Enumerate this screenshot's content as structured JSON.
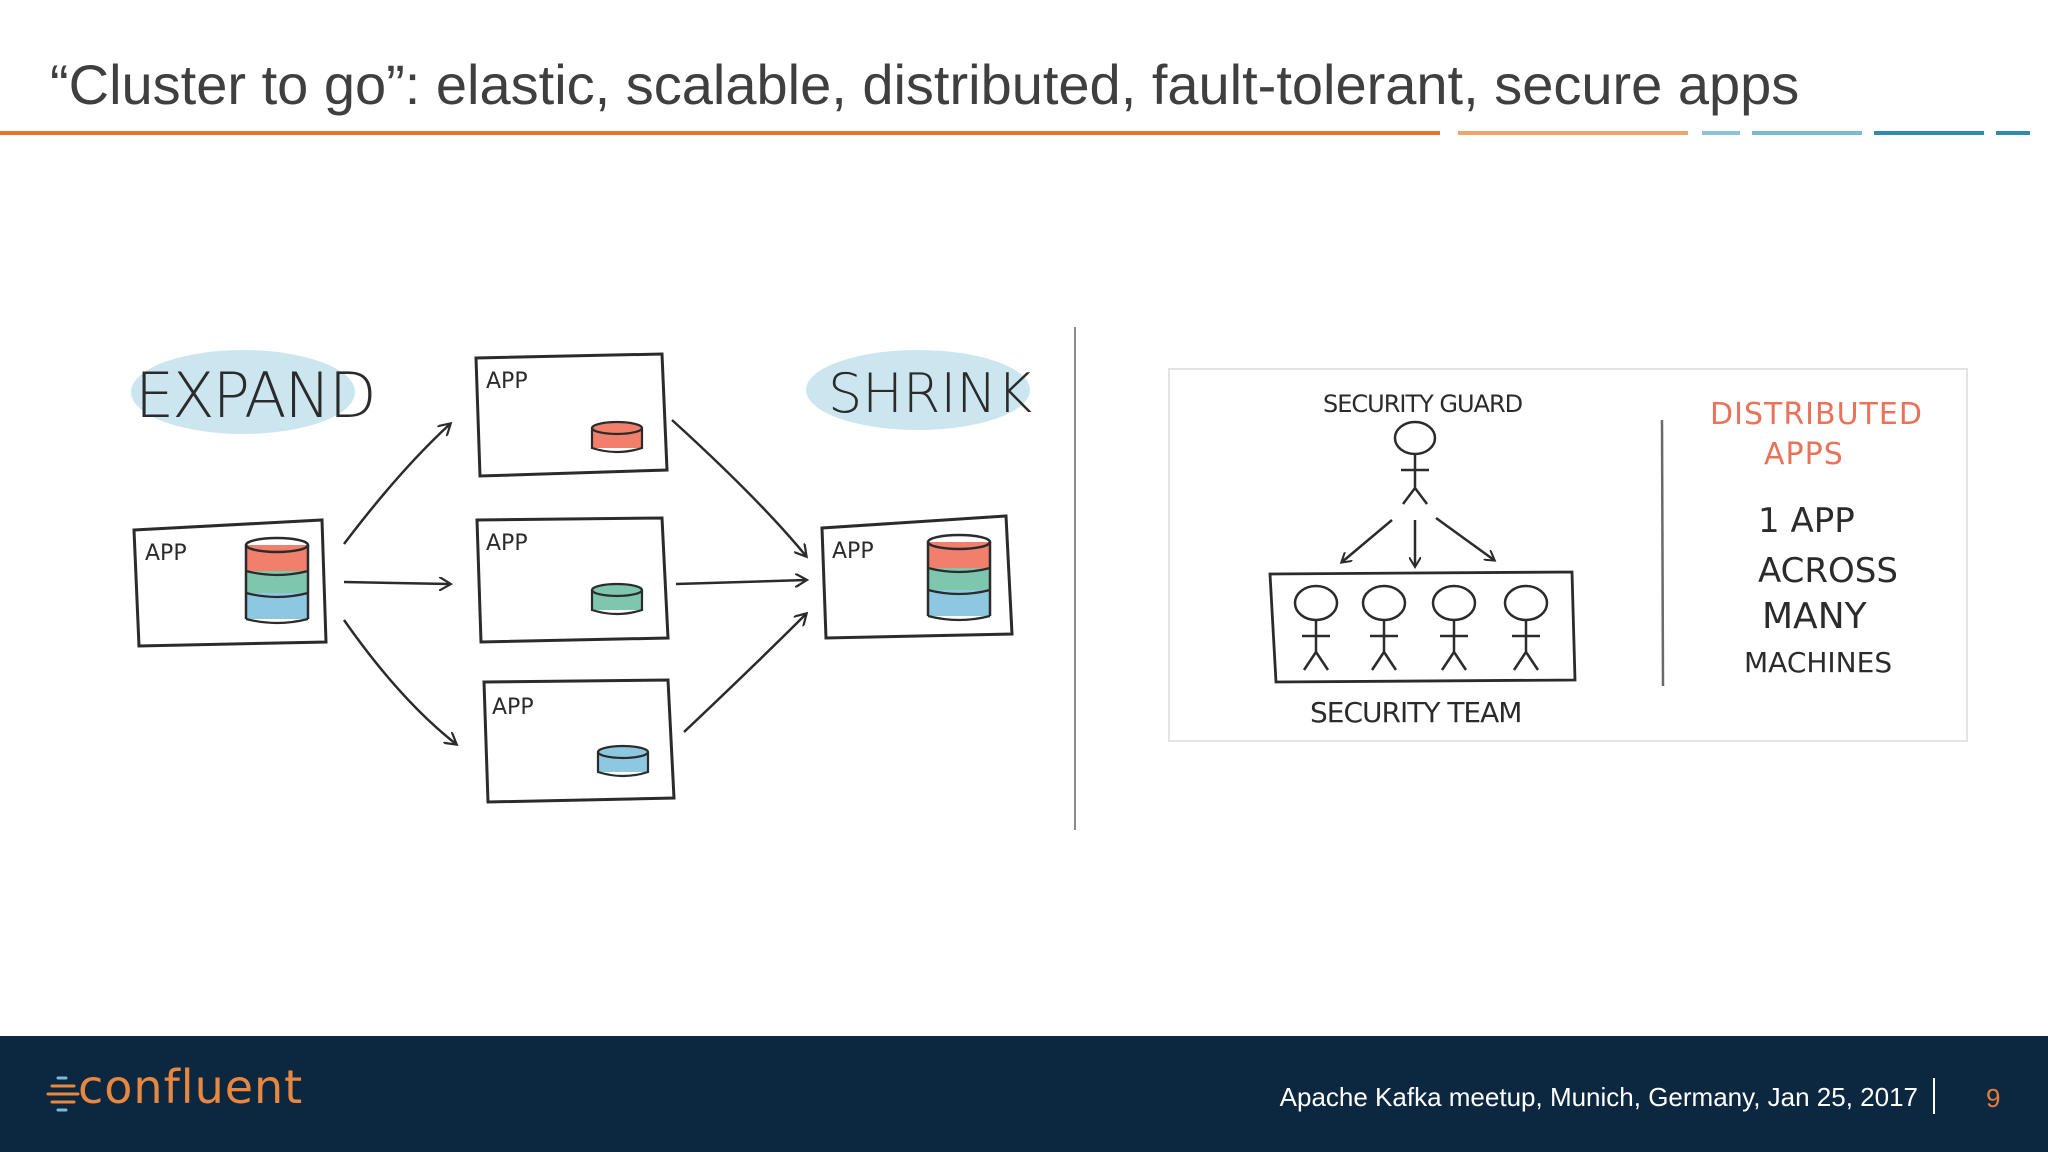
{
  "slide": {
    "title": "“Cluster to go”: elastic, scalable, distributed, fault-tolerant, secure apps"
  },
  "colors": {
    "accent_orange": "#e8732f",
    "accent_blue": "#2f8bb0",
    "footer_bg": "#0c2740",
    "store_red": "#f0806b",
    "store_green": "#7fc6ae",
    "store_blue": "#8ec8e0",
    "highlight_blue": "#bfe0ec"
  },
  "left_diagram": {
    "expand_label": "EXPAND",
    "shrink_label": "SHRINK",
    "app_label": "APP"
  },
  "right_diagram": {
    "guard_label": "SECURITY GUARD",
    "team_label": "SECURITY TEAM",
    "distributed_line1": "DISTRIBUTED",
    "distributed_line2": "APPS",
    "desc_line1": "1 APP",
    "desc_line2": "ACROSS",
    "desc_line3": "MANY",
    "desc_line4": "MACHINES"
  },
  "footer": {
    "logo_text": "confluent",
    "event": "Apache Kafka meetup, Munich, Germany, Jan 25, 2017",
    "page": "9"
  }
}
